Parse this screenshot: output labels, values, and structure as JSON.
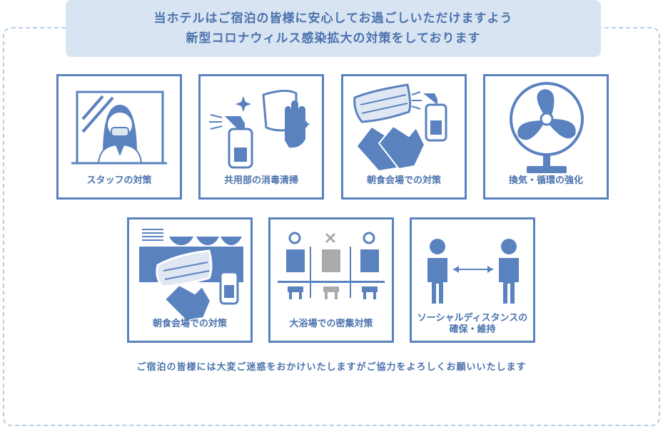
{
  "banner": {
    "line1": "当ホテルはご宿泊の皆様に安心してお過ごしいただけますよう",
    "line2": "新型コロナウィルス感染拡大の対策をしております"
  },
  "cards": [
    {
      "label": "スタッフの対策",
      "icon": "staff-mask-icon"
    },
    {
      "label": "共用部の消毒清掃",
      "icon": "disinfect-spray-icon"
    },
    {
      "label": "朝食会場での対策",
      "icon": "mask-gloves-icon"
    },
    {
      "label": "換気・循環の強化",
      "icon": "fan-icon"
    },
    {
      "label": "朝食会場での対策",
      "icon": "buffet-mask-icon"
    },
    {
      "label": "大浴場での密集対策",
      "icon": "bath-seating-icon"
    },
    {
      "label": "ソーシャルディスタンスの\n確保・維持",
      "icon": "social-distance-icon"
    }
  ],
  "footer": "ご宿泊の皆様には大変ご迷惑をおかけいたしますがご協力をよろしくお願いいたします",
  "colors": {
    "primary": "#4a72ad",
    "accent": "#5a82bf",
    "banner_bg": "#d9e4f2",
    "frame": "#b9cde4"
  }
}
